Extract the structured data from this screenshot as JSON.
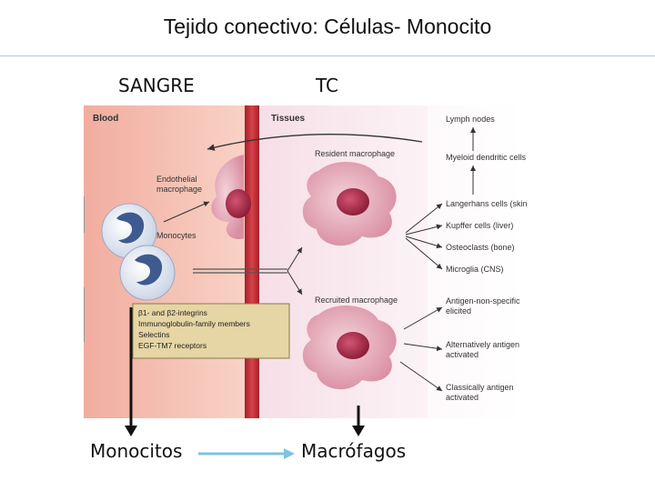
{
  "slide": {
    "title": "Tejido conectivo: Células- Monocito",
    "left_heading": "SANGRE",
    "right_heading": "TC",
    "bottom_left": "Monocitos",
    "bottom_right": "Macrófagos"
  },
  "figure": {
    "blood_header": "Blood",
    "tissues_header": "Tissues",
    "endothelial_line1": "Endothelial",
    "endothelial_line2": "macrophage",
    "monocytes_label": "Monocytes",
    "resident_label": "Resident macrophage",
    "recruited_label": "Recruited macrophage",
    "receptor_box": {
      "line1": "β1- and β2-integrins",
      "line2": "Immunoglobulin-family members",
      "line3": "Selectins",
      "line4": "EGF-TM7 receptors"
    },
    "right_top": [
      "Lymph nodes",
      "Myeloid dendritic cells"
    ],
    "right_middle": [
      "Langerhans cells (skin)",
      "Kupffer cells (liver)",
      "Osteoclasts (bone)",
      "Microglia (CNS)"
    ],
    "right_bottom": {
      "a1": "Antigen-non-specific",
      "a2": "elicited",
      "b1": "Alternatively antigen",
      "b2": "activated",
      "c1": "Classically antigen",
      "c2": "activated"
    }
  },
  "colors": {
    "blood_bg": "#f3b9a8",
    "vessel": "#c9333d",
    "tissue_bg": "#f7e8ef",
    "macrophage": "#e2a5b4",
    "nucleus": "#b12d4a",
    "monocyte_nucleus": "#3f5a8e",
    "receptor_box": "#e6d5a5",
    "connector_arrow": "#7fc3dc"
  }
}
